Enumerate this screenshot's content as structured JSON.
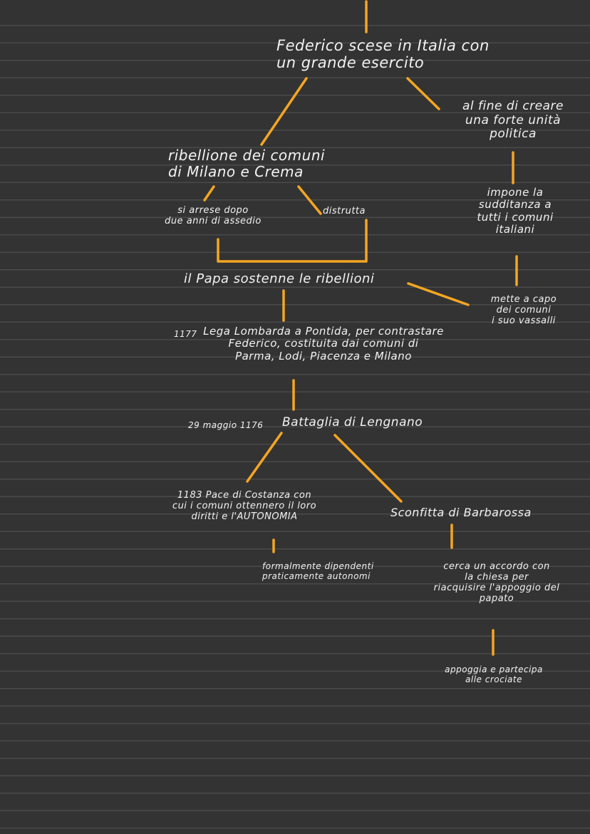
{
  "colors": {
    "background": "#333333",
    "rule": "#4a4a4a",
    "connector": "#f5a623",
    "text": "#f2f2f2"
  },
  "nodes": {
    "federico": "Federico scese in Italia con\nun grande esercito",
    "al_fine": "al fine di creare\nuna forte unità\npolitica",
    "ribellione": "ribellione dei comuni\ndi Milano e Crema",
    "si_arrese": "si arrese dopo\ndue anni di assedio",
    "distrutta": "distrutta",
    "impone": "impone la\nsudditanza a\ntutti i comuni\nitaliani",
    "papa": "il Papa sostenne le ribellioni",
    "mette": "mette a capo\ndei comuni\ni suo vassalli",
    "lega_date": "1177",
    "lega": "Lega Lombarda a Pontida, per contrastare\nFederico, costituita dai comuni di\nParma, Lodi, Piacenza e Milano",
    "battaglia_date": "29 maggio 1176",
    "battaglia": "Battaglia di Lengnano",
    "pace": "1183 Pace di Costanza con\ncui i comuni ottennero il loro\ndiritti e l'AUTONOMIA",
    "sconfitta": "Sconfitta di Barbarossa",
    "formalmente": "formalmente dipendenti\npraticamente autonomi",
    "cerca": "cerca un accordo con\nla chiesa per\nriacquisire l'appoggio del\npapato",
    "appoggia": "appoggia e partecipa\nalle crociate"
  }
}
